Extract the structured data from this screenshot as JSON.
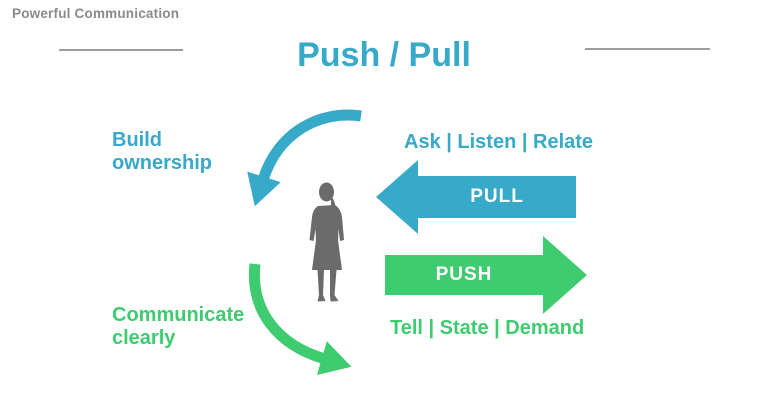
{
  "slide": {
    "header": "Powerful Communication",
    "title": "Push / Pull"
  },
  "pull_section": {
    "caption": "Build ownership",
    "keywords": "Ask | Listen | Relate",
    "arrow_label": "PULL"
  },
  "push_section": {
    "caption": "Communicate clearly",
    "keywords": "Tell | State | Demand",
    "arrow_label": "PUSH"
  },
  "figure": {
    "icon": "woman-silhouette"
  },
  "colors": {
    "teal": "#37A9C9",
    "green": "#3FCB6F",
    "header_gray": "#8A8A8A",
    "divider_gray": "#9C9C9C",
    "silhouette_gray": "#6B6B6B",
    "background": "#FFFFFF"
  }
}
